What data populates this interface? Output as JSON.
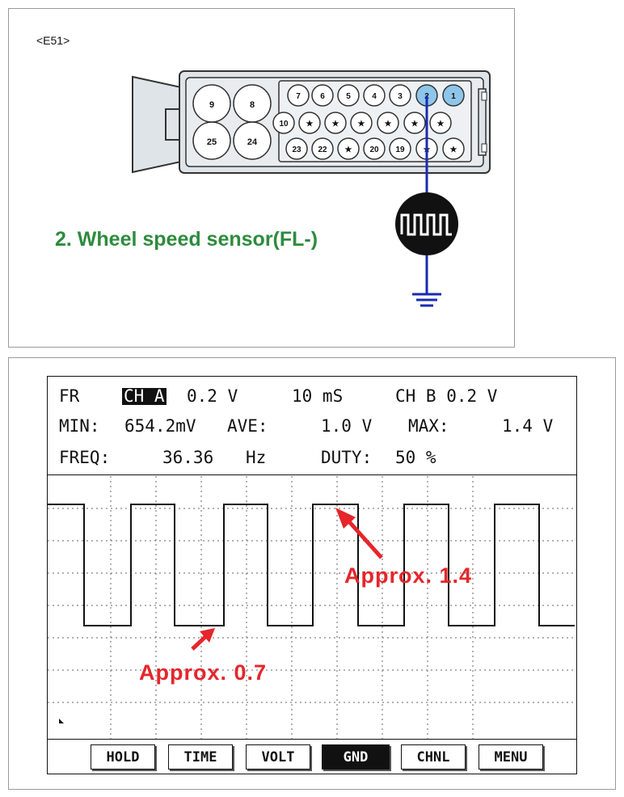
{
  "connector": {
    "id": "<E51>",
    "sensor_label": "2. Wheel speed sensor(FL-)",
    "large_pins": [
      "9",
      "8",
      "25",
      "24"
    ],
    "row1": [
      "7",
      "6",
      "5",
      "4",
      "3",
      "2",
      "1"
    ],
    "row2": [
      "10",
      "★",
      "★",
      "★",
      "★",
      "★",
      "★"
    ],
    "row3": [
      "23",
      "22",
      "★",
      "20",
      "19",
      "★",
      "★"
    ],
    "highlight_pins": [
      "2",
      "1"
    ],
    "highlight_color": "#8ec6ea",
    "wire_color": "#1a2bb0"
  },
  "scope": {
    "fr": "FR",
    "ch_a": "CH A",
    "ch_a_scale": "0.2 V",
    "time_scale": "10 mS",
    "ch_b": "CH B 0.2 V",
    "min_label": "MIN:",
    "min_value": "654.2mV",
    "ave_label": "AVE:",
    "ave_value": "1.0 V",
    "max_label": "MAX:",
    "max_value": "1.4 V",
    "freq_label": "FREQ:",
    "freq_value": "36.36",
    "freq_unit": "Hz",
    "duty_label": "DUTY:",
    "duty_value": "50 %",
    "annotation_high": "Approx. 1.4",
    "annotation_low": "Approx. 0.7",
    "annotation_color": "#e5262b",
    "buttons": [
      "HOLD",
      "TIME",
      "VOLT",
      "GND",
      "CHNL",
      "MENU"
    ],
    "active_button": "GND"
  }
}
